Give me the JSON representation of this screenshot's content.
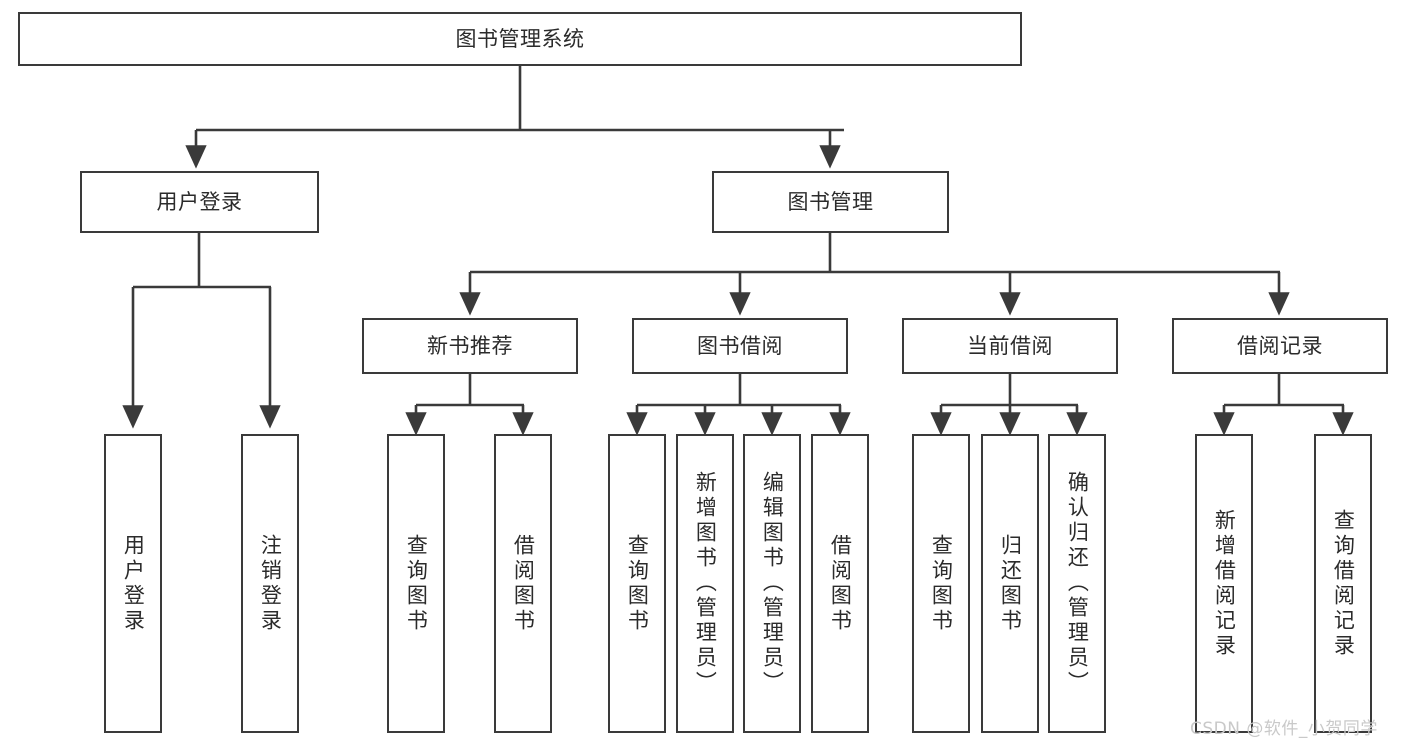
{
  "diagram": {
    "title_node": {
      "label": "图书管理系统"
    },
    "level2": [
      {
        "id": "user-login",
        "label": "用户登录"
      },
      {
        "id": "book-manage",
        "label": "图书管理"
      }
    ],
    "level3": [
      {
        "id": "new-book-rec",
        "label": "新书推荐"
      },
      {
        "id": "book-borrow",
        "label": "图书借阅"
      },
      {
        "id": "current-borrow",
        "label": "当前借阅"
      },
      {
        "id": "borrow-record",
        "label": "借阅记录"
      }
    ],
    "leaves": {
      "user_login": [
        {
          "id": "leaf-user-login",
          "label": "用户登录"
        },
        {
          "id": "leaf-logout-login",
          "label": "注销登录"
        }
      ],
      "new_book_rec": [
        {
          "id": "leaf-query-book-1",
          "label": "查询图书"
        },
        {
          "id": "leaf-borrow-book-1",
          "label": "借阅图书"
        }
      ],
      "book_borrow": [
        {
          "id": "leaf-query-book-2",
          "label": "查询图书"
        },
        {
          "id": "leaf-add-book",
          "label": "新增图书（管理员）"
        },
        {
          "id": "leaf-edit-book",
          "label": "编辑图书（管理员）"
        },
        {
          "id": "leaf-borrow-book-2",
          "label": "借阅图书"
        }
      ],
      "current_borrow": [
        {
          "id": "leaf-query-book-3",
          "label": "查询图书"
        },
        {
          "id": "leaf-return-book",
          "label": "归还图书"
        },
        {
          "id": "leaf-confirm-return",
          "label": "确认归还（管理员）"
        }
      ],
      "borrow_record": [
        {
          "id": "leaf-add-record",
          "label": "新增借阅记录"
        },
        {
          "id": "leaf-query-record",
          "label": "查询借阅记录"
        }
      ]
    }
  },
  "watermark": {
    "text": "CSDN @软件_小贺同学"
  },
  "colors": {
    "stroke": "#3a3a3a",
    "text": "#2b2b2b",
    "background": "#ffffff",
    "watermark": "#c9c9c9"
  }
}
